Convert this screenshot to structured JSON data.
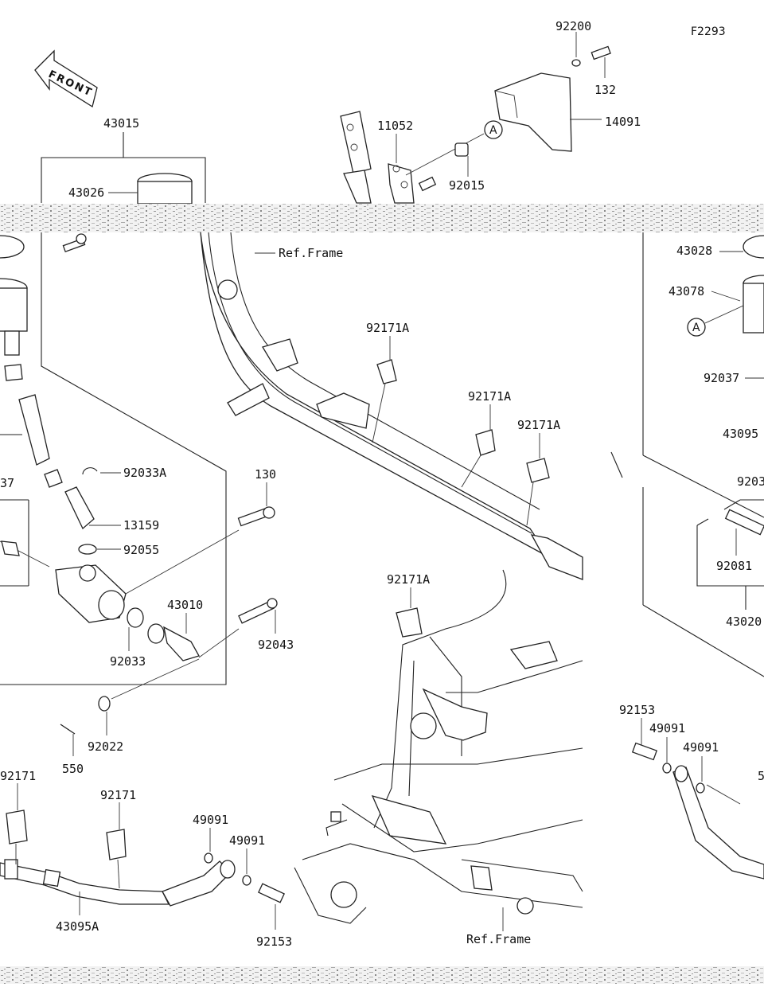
{
  "figure_code": "F2293",
  "front_label": "FRONT",
  "ref_frame_label": "Ref.Frame",
  "callout_a": "A",
  "labels": {
    "p43015": "43015",
    "p43026": "43026",
    "p11052": "11052",
    "p92200": "92200",
    "p132": "132",
    "p14091": "14091",
    "p92015": "92015",
    "p43028": "43028",
    "p43078": "43078",
    "p92037_r": "92037",
    "p43095_r": "43095",
    "p9203_r": "9203",
    "p92081": "92081",
    "p43020": "43020",
    "p92171A_1": "92171A",
    "p92171A_2": "92171A",
    "p92171A_3": "92171A",
    "p92171A_4": "92171A",
    "p37": "37",
    "p92033A": "92033A",
    "p13159": "13159",
    "p92055": "92055",
    "p130": "130",
    "p43010": "43010",
    "p92033": "92033",
    "p92043": "92043",
    "p92022": "92022",
    "p550": "550",
    "p92171_1": "92171",
    "p92171_2": "92171",
    "p49091_1": "49091",
    "p49091_2": "49091",
    "p92153_l": "92153",
    "p43095A": "43095A",
    "p92153_r": "92153",
    "p49091_3": "49091",
    "p49091_4": "49091",
    "p5": "5"
  },
  "icons": {
    "front_arrow": "front-arrow-icon",
    "callout": "circle-a-callout-icon"
  }
}
